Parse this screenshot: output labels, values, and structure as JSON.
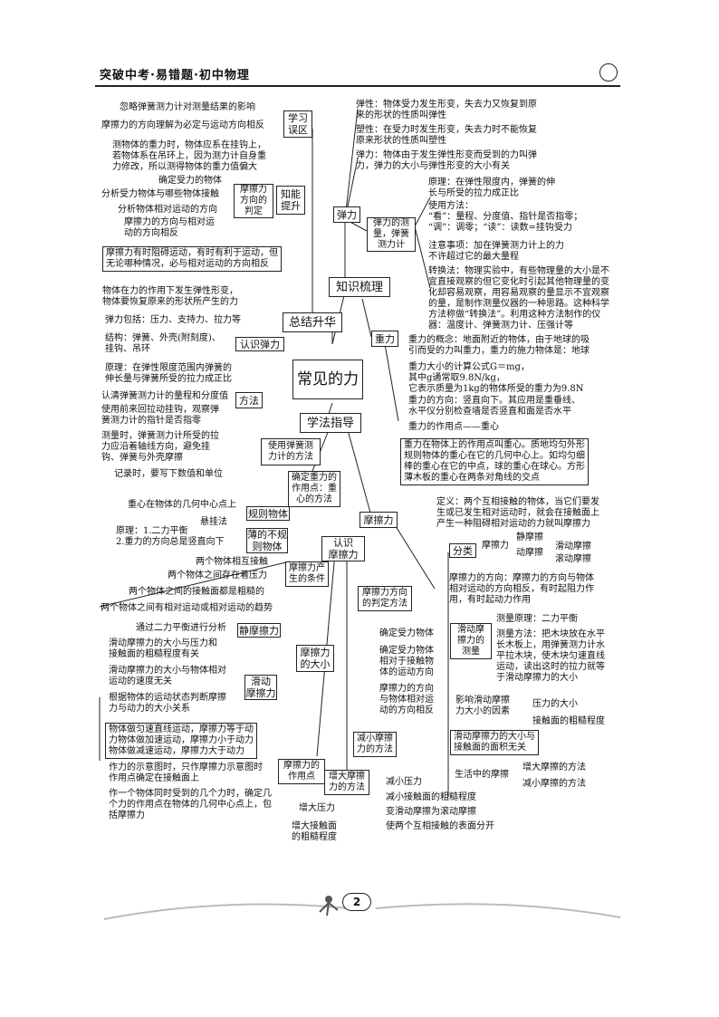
{
  "header": {
    "title": "突破中考·易错题·初中物理"
  },
  "page_number": "2",
  "center": "常见的力",
  "branch": {
    "zsjsh": "总结升华",
    "zssl": "知识梳理",
    "xfzd": "学法指导"
  },
  "left": {
    "xxwq": "学习\n误区",
    "wq1": "忽略弹簧测力计对测量结果的影响",
    "wq2": "摩擦力的方向理解为必定与运动方向相反",
    "zntm": "知能\n提升",
    "zn1": "测物体的重力时，物体应系在挂钩上，\n若物体系在吊环上，因为测力计自身重\n力修改，所以测得物体的重力值偏大",
    "mclfx": "摩擦力\n方向的\n判定",
    "f1": "确定受力的物体",
    "f2": "分析受力物体与哪些物体接触",
    "f3": "分析物体相对运动的方向",
    "f4": "摩擦力的方向与相对运\n动的方向相反",
    "zn2": "摩擦力有时阻碍运动，有时有利于运动，但\n无论哪种情况，必与相对运动的方向相反",
    "zj1": "物体在力的作用下发生弹性形变，\n物体要恢复原来的形状所产生的力",
    "zj2": "弹力包括：压力、支持力、拉力等",
    "rstl": "认识弹力",
    "tlj": "结构：弹簧、外壳(附刻度)、\n挂钩、吊环",
    "yl": "原理：在弹性限度范围内弹簧的\n伸长量与弹簧所受的拉力成正比",
    "ff": "方法",
    "ff1": "认清弹簧测力计的量程和分度值",
    "ff2": "使用前来回拉动挂钩，观察弹\n簧测力计的指针是否指零",
    "ff3": "测量时，弹簧测力计所受的拉\n力应沿着轴线方向，避免挂\n钩、弹簧与外壳摩擦",
    "ff4": "记录时，要写下数值和单位",
    "syff": "使用弹簧测\n力计的方法",
    "qdzx": "确定重力的\n作用点：重\n心的方法",
    "gzwt": "规则物体",
    "gz1": "重心在物体的几何中心点上",
    "bbgz": "薄的不规\n则物体",
    "xgf": "悬挂法",
    "xg1": "原理：1.二力平衡\n2.重力的方向总是竖直向下",
    "rsmcl": "认识\n摩擦力",
    "mcltj": "摩擦力产\n生的条件",
    "tj1": "两个物体相互接触",
    "tj2": "两个物体之间存在着压力",
    "tj3": "两个物体之间的接触面都是粗糙的",
    "tj4": "两个物体之间有相对运动或相对运动的趋势",
    "mcldx": "摩擦力\n的大小",
    "jmc": "静摩擦力",
    "jm1": "通过二力平衡进行分析",
    "hdmc": "滑动\n摩擦力",
    "hd1": "滑动摩擦力的大小与压力和\n接触面的粗糙程度有关",
    "hd2": "滑动摩擦力的大小与物体相对\n运动的速度无关",
    "hd3": "根据物体的运动状态判断摩擦\n力与动力的大小关系",
    "hd4": "物体做匀速直线运动，摩擦力等于动\n力物体做加速运动，摩擦力小于动力\n物体做减速运动，摩擦力大于动力",
    "zyd": "摩擦力的\n作用点",
    "zy1": "作力的示意图时，只作摩擦力示意图时\n作用点确定在接触面上",
    "zy2": "作一个物体同时受到的几个力时，确定几\n个力的作用点在物体的几何中心点上，包\n括摩擦力"
  },
  "right": {
    "tl": "弹力",
    "tx": "弹性：物体受力发生形变，失去力又恢复到原\n来的形状的性质叫弹性",
    "sx": "塑性：在受力时发生形变，失去力时不能恢复\n原来形状的性质叫塑性",
    "tldef": "弹力：物体由于发生弹性形变而受到的力叫弹\n力，弹力的大小与弹性形变的大小有关",
    "tlcl": "弹力的测\n量，弹簧\n测力计",
    "cl1": "原理：在弹性限度内，弹簧的伸\n长与所受的拉力成正比",
    "cl2": "使用方法：\n“看”：量程、分度值、指针是否指零；\n“调”：调零；“读”：读数=挂钩受力",
    "cl3": "注意事项：加在弹簧测力计上的力\n不许超过它的最大量程",
    "zhf": "转换法：物理实验中，有些物理量的大小是不\n宜直接观察的但它变化时引起其他物理量的变\n化却容易观察，用容易观察的量显示不宜观察\n的量，是制作测量仪器的一种思路。这种科学\n方法称做“转换法”。利用这种方法制作的仪\n器：温度计、弹簧测力计、压强计等",
    "zl": "重力",
    "zl1": "重力的概念：地面附近的物体，由于地球的吸\n引而受的力叫重力，重力的施力物体是：地球",
    "zl2": "重力大小的计算公式G＝mg，\n其中g通常取9.8N/kg，\n它表示质量为1kg的物体所受的重力为9.8N",
    "zl3": "重力的方向：竖直向下。其应用是重垂线、\n水平仪分别检查墙是否竖直和面是否水平",
    "zl4": "重力的作用点——重心",
    "zl5": "重力在物体上的作用点叫重心。质地均匀外形\n规则物体的重心在它的几何中心上。如均匀细\n棒的重心在它的中点，球的重心在球心。方形\n薄木板的重心在两条对角线的交点",
    "mcl": "摩擦力",
    "mdef": "定义：两个互相接触的物体，当它们要发\n生或已发生相对运动时，就会在接触面上\n产生一种阻碍相对运动的力就叫摩擦力",
    "fl": "分类",
    "mcl2": "摩擦力",
    "jm": "静摩擦",
    "dm": "动摩擦",
    "hdm": "滑动摩擦",
    "gdm": "滚动摩擦",
    "mfx": "摩擦力的方向：摩擦力的方向与物体\n相对运动的方向相反，有时起阻力作\n用，有时起动力作用",
    "hdcl": "滑动摩\n擦力的\n测量",
    "hcl1": "测量原理：二力平衡",
    "hcl2": "测量方法：把木块放在水平\n长木板上，用弹簧测力计水\n平拉木块，使木块匀速直线\n运动，读出这时的拉力就等\n于滑动摩擦力的大小",
    "yx": "影响滑动摩擦\n力大小的因素",
    "yx1": "压力的大小",
    "yx2": "接触面的粗糙程度",
    "yx3": "滑动摩擦力的大小与\n接触面的面积无关",
    "sh": "生活中的摩擦",
    "sh1": "增大摩擦的方法",
    "sh2": "减小摩擦的方法",
    "pdff": "摩擦力方向\n的判定方法",
    "pd1": "确定受力物体",
    "pd2": "确定受力物体\n相对于接触物\n体的运动方向",
    "pd3": "摩擦力的方向\n与物体相对运\n动的方向相反",
    "jx": "减小摩擦\n力的方法",
    "jx1": "减小压力",
    "jx2": "减小接触面的粗糙程度",
    "jx3": "变滑动摩擦为滚动摩擦",
    "jx4": "使两个互相接触的表面分开",
    "zd": "增大摩擦\n力的方法",
    "zd1": "增大压力",
    "zd2": "增大接触面\n的粗糙程度"
  }
}
